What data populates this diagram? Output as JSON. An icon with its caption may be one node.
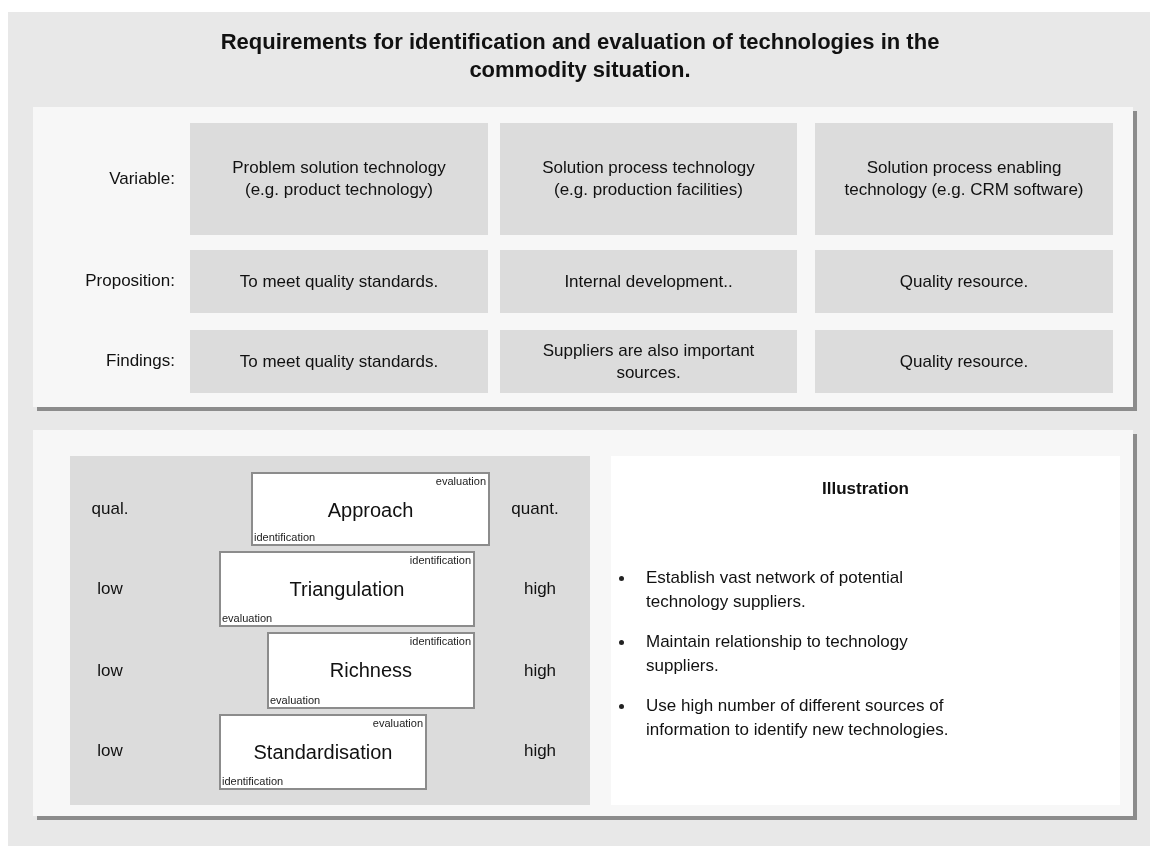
{
  "diagram": {
    "title": "Requirements for identification and evaluation of technologies in the commodity situation.",
    "nodes": [
      {
        "text": [],
        "shape": "box"
      },
      {
        "text": [
          "Problem solution technology (e.g. product technology)"
        ],
        "in": 0
      },
      {
        "text": [
          "Solution process technology (e.g. production facilities)"
        ],
        "in": 0
      },
      {
        "text": [
          "Solution process enabling technology (e.g. CRM software)"
        ],
        "in": 0
      },
      {
        "text": [
          "To meet quality standards."
        ],
        "in": 0
      },
      {
        "text": [
          "Internal development.."
        ],
        "in": 0
      },
      {
        "text": [
          "Quality resource."
        ],
        "in": 0
      },
      {
        "text": [
          "To meet quality standards."
        ],
        "in": 0
      },
      {
        "text": [
          "Suppliers are also important sources."
        ],
        "in": 0
      },
      {
        "text": [
          "Quality resource."
        ],
        "in": 0
      },
      {
        "text": [],
        "shape": "box"
      },
      {
        "text": [],
        "shape": "box",
        "in": 10
      },
      {
        "text": [
          "evaluation",
          "Approach",
          "identification"
        ],
        "in": 11
      },
      {
        "text": [
          "identification",
          "Triangulation",
          "evaluation"
        ],
        "in": 11
      },
      {
        "text": [
          "identification",
          "Richness",
          "evaluation"
        ],
        "in": 11
      },
      {
        "text": [
          "evaluation",
          "Standardisation",
          "identification"
        ],
        "in": 11
      },
      {
        "text": [
          "Illustration",
          "Establish vast network of potential technology suppliers.",
          "Maintain relationship to technology suppliers.",
          "Use high number of different sources of information to identify new technologies."
        ],
        "in": 10
      }
    ],
    "labels": [
      "Variable:",
      "Proposition:",
      "Findings:",
      "qual.",
      "quant.",
      "low",
      "high",
      "low",
      "high",
      "low",
      "high"
    ]
  }
}
